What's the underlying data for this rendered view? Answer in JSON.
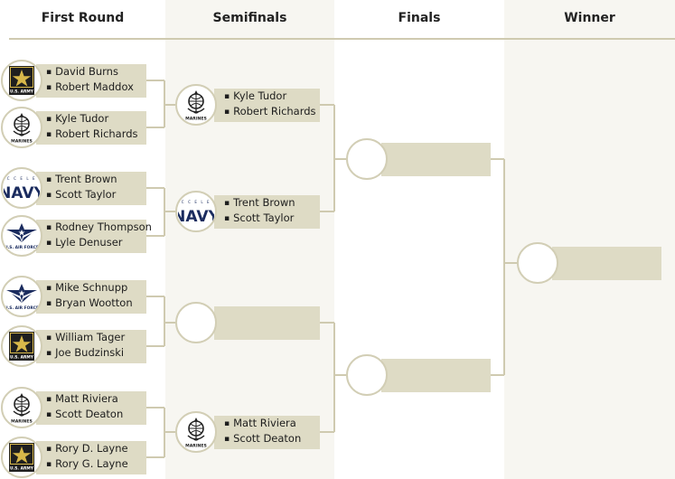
{
  "headers": {
    "round1": "First Round",
    "semis": "Semifinals",
    "finals": "Finals",
    "winner": "Winner"
  },
  "colors": {
    "box": "#dedbc5",
    "line": "#cfcab0",
    "colbg": "#f7f6f2",
    "navy": "#1a2b5e",
    "army": "#1f1f1f",
    "gold": "#d8b84a"
  },
  "round1": [
    {
      "branch": "army-icon",
      "badge_text": "U.S. ARMY",
      "p1": "David Burns",
      "p2": "Robert Maddox"
    },
    {
      "branch": "marines-icon",
      "badge_text": "MARINES",
      "p1": "Kyle Tudor",
      "p2": "Robert Richards"
    },
    {
      "branch": "navy-icon",
      "badge_text": "NAVY",
      "p1": "Trent Brown",
      "p2": "Scott Taylor"
    },
    {
      "branch": "airforce-icon",
      "badge_text": "U.S. AIR FORCE",
      "p1": "Rodney Thompson",
      "p2": "Lyle Denuser"
    },
    {
      "branch": "airforce-icon",
      "badge_text": "U.S. AIR FORCE",
      "p1": "Mike Schnupp",
      "p2": "Bryan Wootton"
    },
    {
      "branch": "army-icon",
      "badge_text": "U.S. ARMY",
      "p1": "William Tager",
      "p2": "Joe Budzinski"
    },
    {
      "branch": "marines-icon",
      "badge_text": "MARINES",
      "p1": "Matt Riviera",
      "p2": "Scott Deaton"
    },
    {
      "branch": "army-icon",
      "badge_text": "U.S. ARMY",
      "p1": "Rory D. Layne",
      "p2": "Rory G. Layne"
    }
  ],
  "semis": [
    {
      "branch": "marines-icon",
      "badge_text": "MARINES",
      "p1": "Kyle Tudor",
      "p2": "Robert Richards"
    },
    {
      "branch": "navy-icon",
      "badge_text": "NAVY",
      "p1": "Trent Brown",
      "p2": "Scott Taylor"
    },
    {
      "branch": "",
      "badge_text": "",
      "p1": "",
      "p2": ""
    },
    {
      "branch": "marines-icon",
      "badge_text": "MARINES",
      "p1": "Matt Riviera",
      "p2": "Scott Deaton"
    }
  ],
  "finals": [
    {
      "branch": "",
      "p1": "",
      "p2": ""
    },
    {
      "branch": "",
      "p1": "",
      "p2": ""
    }
  ],
  "winner": {
    "branch": "",
    "p1": "",
    "p2": ""
  }
}
